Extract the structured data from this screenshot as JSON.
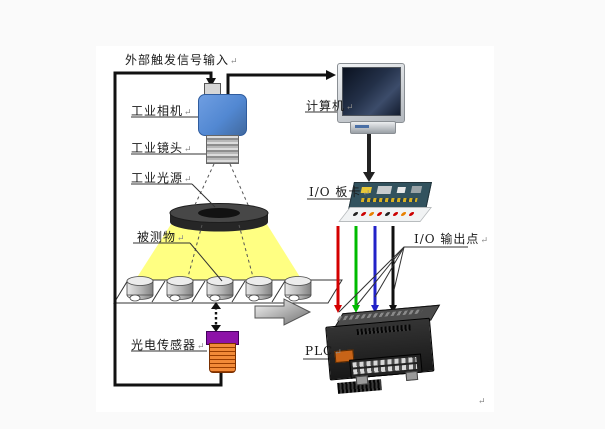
{
  "page": {
    "outer_bg": "#fafafa",
    "panel_bg": "#ffffff"
  },
  "labels": {
    "trigger": {
      "text": "外部触发信号输入",
      "mark": "↵"
    },
    "camera": {
      "text": "工业相机",
      "mark": "↵"
    },
    "lens": {
      "text": "工业镜头",
      "mark": "↵"
    },
    "light": {
      "text": "工业光源",
      "mark": "↵"
    },
    "object": {
      "text": "被测物",
      "mark": "↵"
    },
    "sensor": {
      "text": "光电传感器",
      "mark": "↵"
    },
    "computer": {
      "text": "计算机",
      "mark": "↵"
    },
    "io_card": {
      "text": "I/O 板卡",
      "mark": "↵"
    },
    "io_output": {
      "text": "I/O 输出点",
      "mark": "↵"
    },
    "plc": {
      "text": "PLC",
      "mark": "↵"
    },
    "stray_mark": "↵"
  },
  "io": {
    "lines": [
      {
        "name": "output-line-red",
        "color": "#d40000"
      },
      {
        "name": "output-line-green",
        "color": "#00bb00"
      },
      {
        "name": "output-line-blue",
        "color": "#2222c8"
      },
      {
        "name": "output-line-black",
        "color": "#101010"
      }
    ]
  },
  "colors": {
    "camera_body": "#5288d2",
    "light_beam": "#ffff82",
    "ring_light": "#3d3d3d",
    "sensor_cap": "#8d12a8",
    "sensor_body": "#f28a38",
    "signal_line": "#111111"
  },
  "devices": {
    "beam_fill": "#ffff82"
  }
}
